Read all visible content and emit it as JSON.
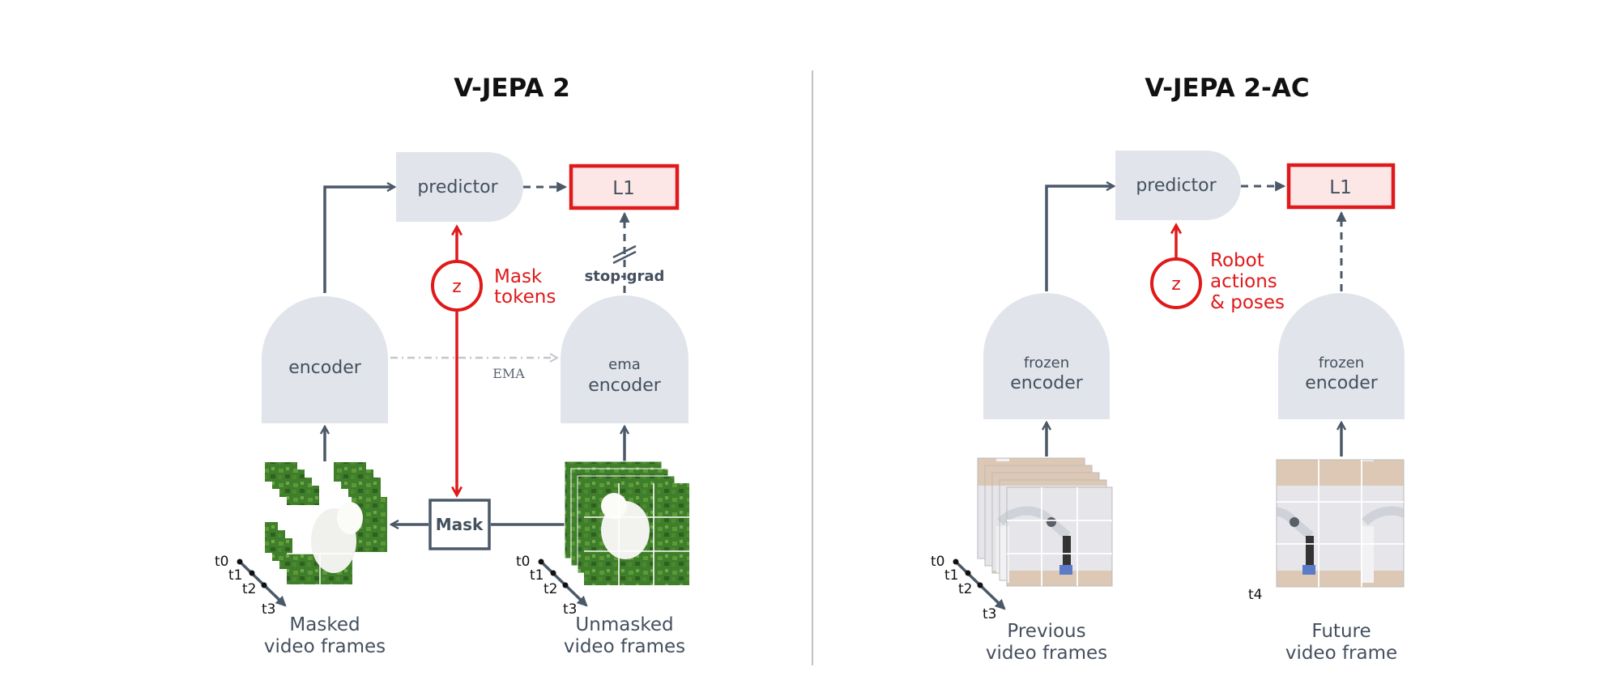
{
  "left": {
    "title": "V-JEPA 2",
    "predictor": "predictor",
    "loss": "L1",
    "encoder": "encoder",
    "ema_encoder_top": "ema",
    "ema_encoder_bottom": "encoder",
    "z": "z",
    "mask_tokens_1": "Mask",
    "mask_tokens_2": "tokens",
    "stopgrad": "stop-grad",
    "ema": "EMA",
    "mask_box": "Mask",
    "caption_masked_1": "Masked",
    "caption_masked_2": "video frames",
    "caption_unmasked_1": "Unmasked",
    "caption_unmasked_2": "video frames"
  },
  "right": {
    "title": "V-JEPA 2-AC",
    "predictor": "predictor",
    "loss": "L1",
    "frozen_top_1": "frozen",
    "frozen_bottom_1": "encoder",
    "frozen_top_2": "frozen",
    "frozen_bottom_2": "encoder",
    "z": "z",
    "robot_1": "Robot",
    "robot_2": "actions",
    "robot_3": "& poses",
    "caption_prev_1": "Previous",
    "caption_prev_2": "video frames",
    "caption_future_1": "Future",
    "caption_future_2": "video frame",
    "t4": "t4"
  },
  "time_labels": [
    "t0",
    "t1",
    "t2",
    "t3"
  ],
  "colors": {
    "block": "#e1e4ea",
    "arrow": "#4a5868",
    "red": "#e0191a",
    "loss_fill": "#fce6e6",
    "ema_arrow": "#c2c6cc"
  }
}
